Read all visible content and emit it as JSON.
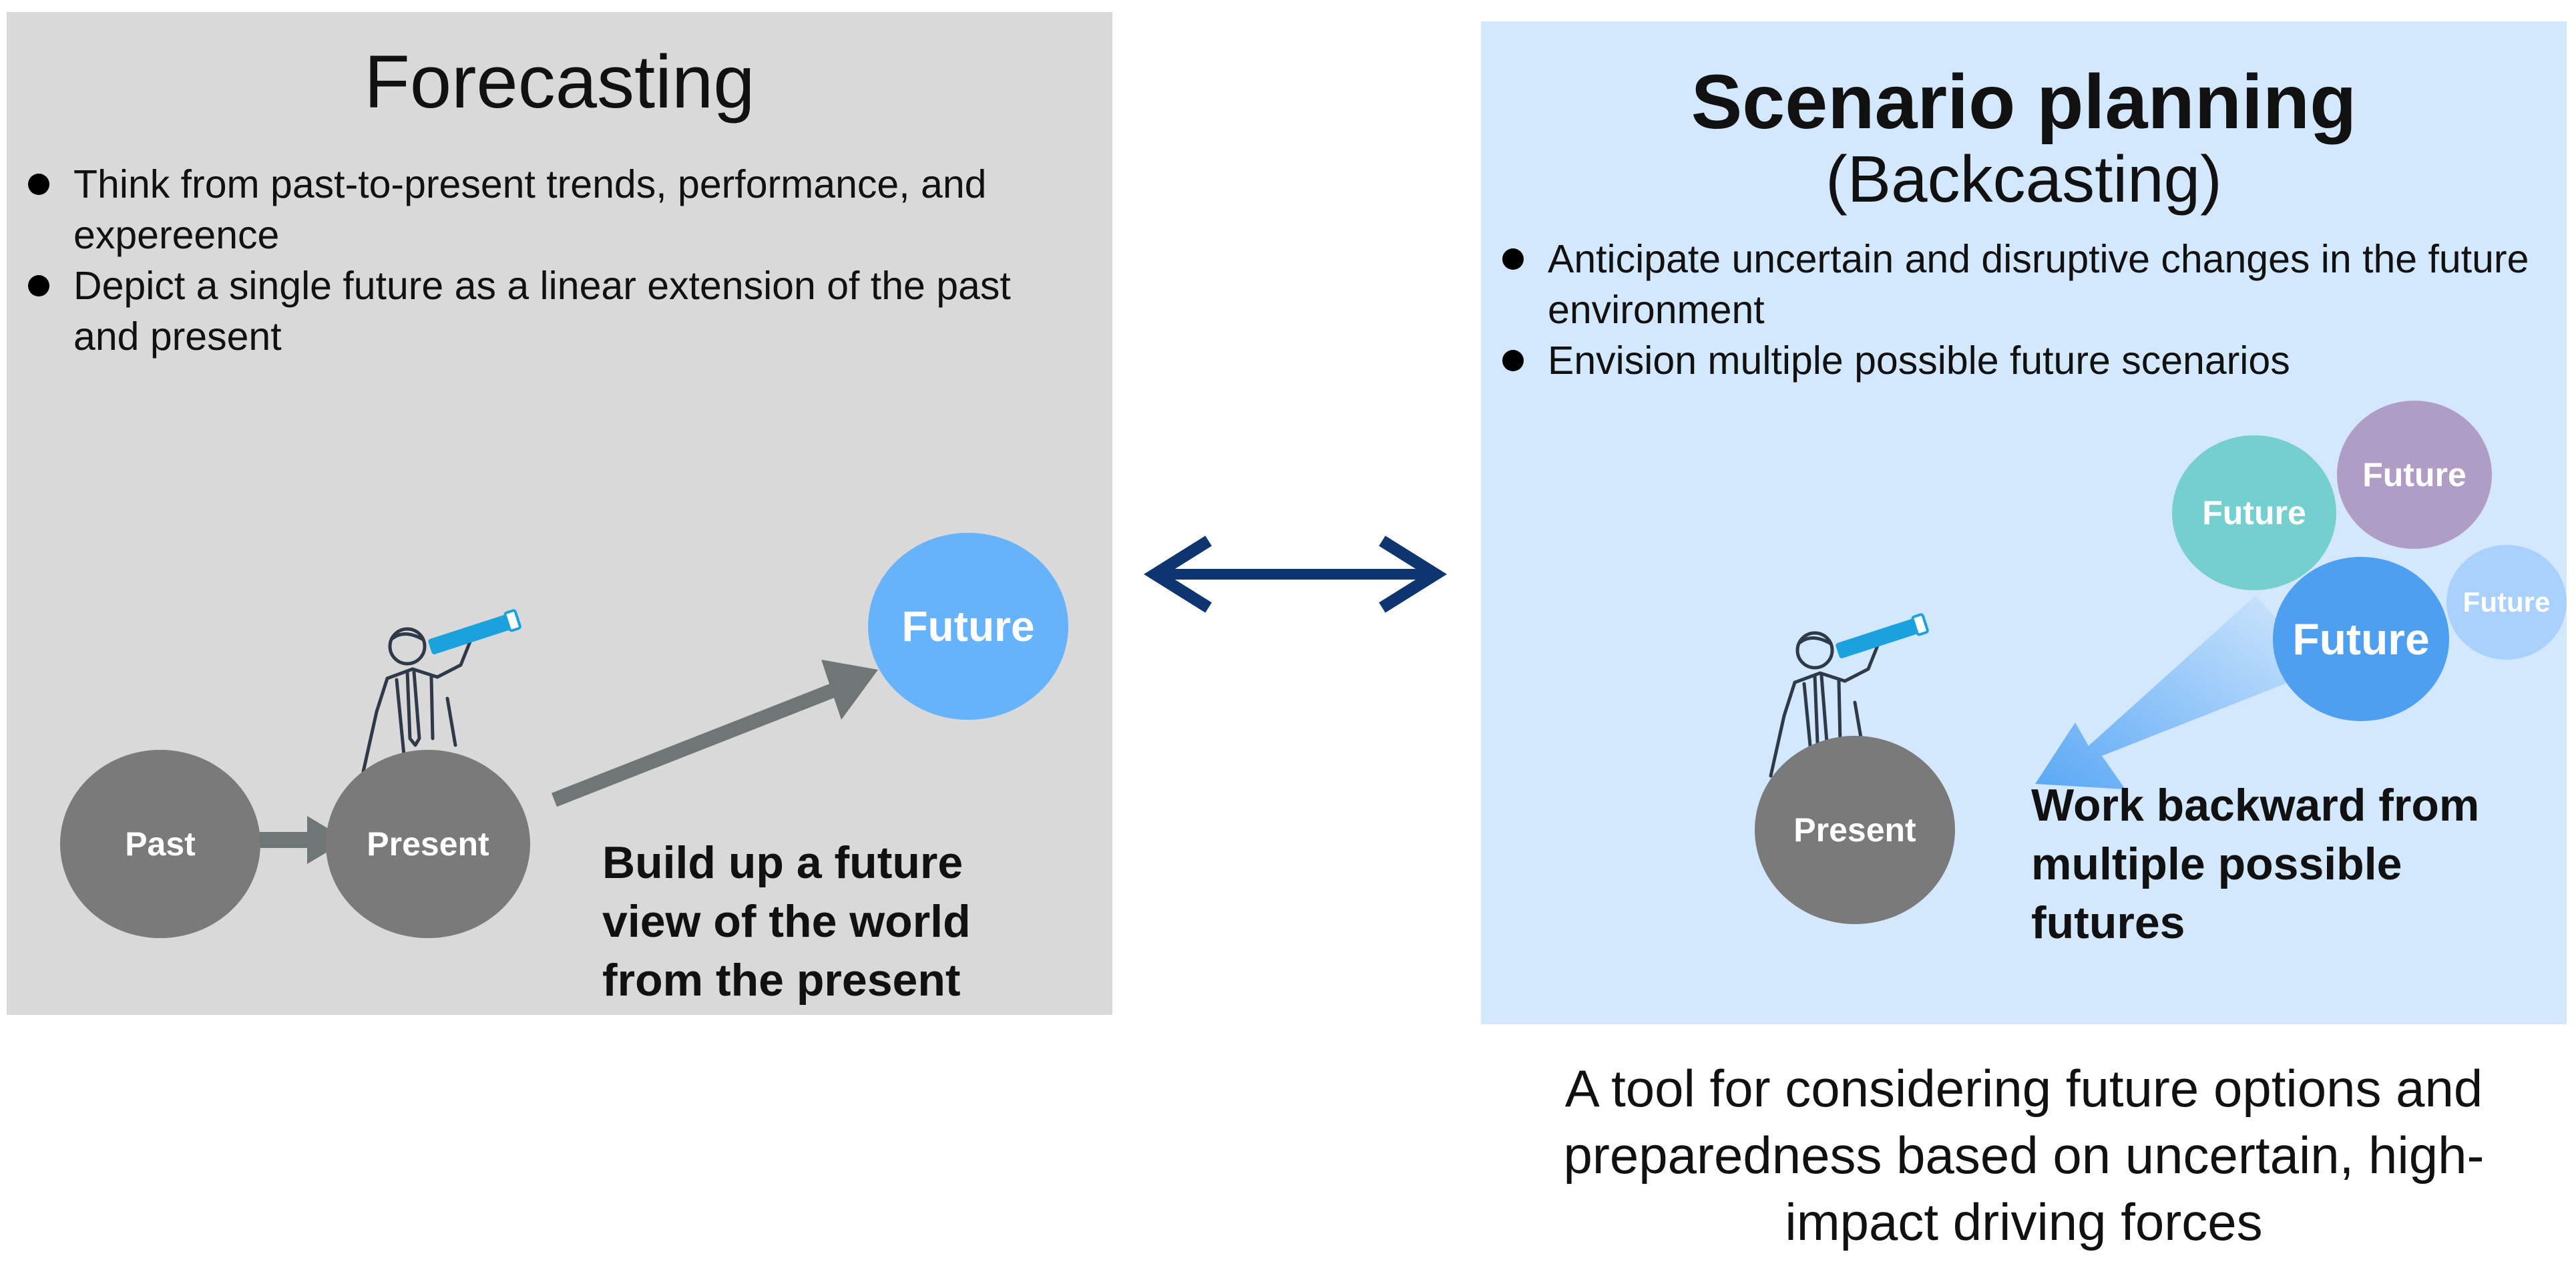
{
  "forecasting": {
    "title": "Forecasting",
    "bullets": [
      "Think from past-to-present trends, performance, and expereence",
      "Depict a single future as a linear extension of the past and present"
    ],
    "nodes": {
      "past": "Past",
      "present": "Present",
      "future": "Future"
    },
    "caption_lines": [
      "Build up a future",
      "view of the world",
      "from the present"
    ],
    "colors": {
      "panel": "#d9d9d9",
      "node": "#7a7a7a",
      "future": "#66b2fb",
      "arrow": "#6f7676"
    }
  },
  "scenario": {
    "title": "Scenario planning",
    "subtitle": "(Backcasting)",
    "bullets": [
      "Anticipate uncertain and disruptive changes in the future environment",
      "Envision multiple possible future scenarios"
    ],
    "nodes": {
      "present": "Present",
      "futures": [
        "Future",
        "Future",
        "Future",
        "Future"
      ]
    },
    "caption_lines": [
      "Work backward from",
      "multiple possible",
      "futures"
    ],
    "colors": {
      "panel": "#d4e8fd",
      "teal": "#75cfcf",
      "purple": "#b09dc6",
      "blue": "#4e9ff0",
      "light_blue": "#a9d1fb"
    }
  },
  "connector": {
    "icon": "double-headed-arrow-icon",
    "color": "#0f3570"
  },
  "bottom_caption": {
    "lines": [
      "A tool for considering future options and",
      "preparedness based on uncertain, high-",
      "impact driving forces"
    ]
  }
}
